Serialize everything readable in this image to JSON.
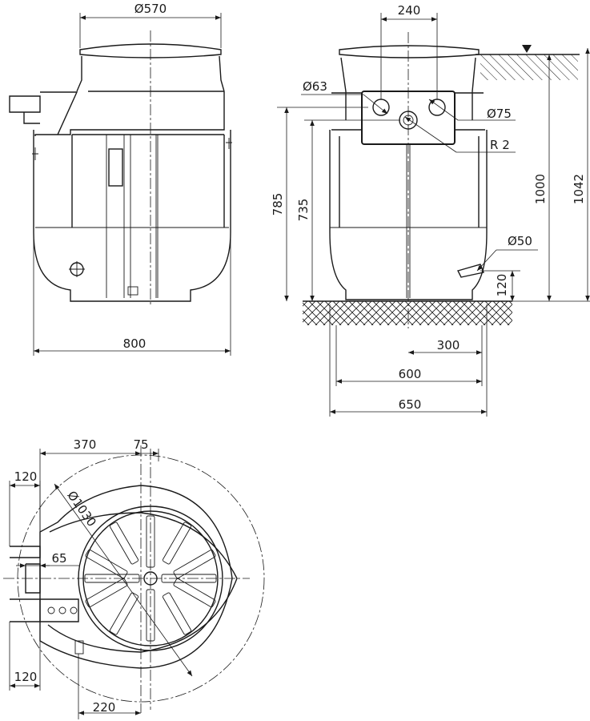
{
  "diagram": {
    "side_view": {
      "dim_top_diameter": "Ø570",
      "dim_width": "800"
    },
    "front_view": {
      "dim_pipe_spacing": "240",
      "dim_inlet_left": "Ø63",
      "dim_inlet_right": "Ø75",
      "dim_outlet": "R 2",
      "dim_height_785": "785",
      "dim_height_735": "735",
      "dim_height_1000": "1000",
      "dim_height_1042": "1042",
      "dim_pump_pipe": "Ø50",
      "dim_pump_height": "120",
      "dim_half": "300",
      "dim_inner_width": "600",
      "dim_outer_width": "650"
    },
    "top_view": {
      "dim_370": "370",
      "dim_75": "75",
      "dim_120_top": "120",
      "dim_diameter": "Ø1030",
      "dim_65": "65",
      "dim_120_bottom": "120",
      "dim_220": "220"
    }
  }
}
